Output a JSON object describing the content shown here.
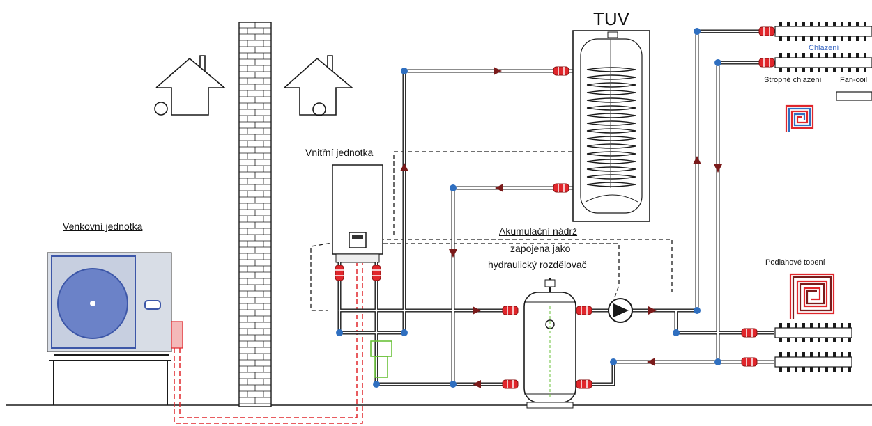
{
  "labels": {
    "tuv": "TUV",
    "indoor_unit": "Vnitřní jednotka",
    "outdoor_unit": "Venkovní jednotka",
    "tank_line1": "Akumulační nádrž",
    "tank_line2": "zapojena jako",
    "tank_line3": "hydraulický rozdělovač",
    "cooling": "Chlazení",
    "ceiling_cooling": "Stropné chlazení",
    "fan_coil": "Fan-coil",
    "floor_heating": "Podlahové topení"
  },
  "colors": {
    "pipe": "#1a1a1a",
    "pipe_joint": "#2f6fc0",
    "valve": "#e0262b",
    "electric_link": "#e0262b",
    "control_link": "#1a1a1a",
    "outdoor_fan": "#6b82c8",
    "filter": "#6ac23a",
    "cooling_text": "#3f6cc4"
  },
  "icons": [
    "house-icon",
    "chimney-icon",
    "valve-icon",
    "pump-icon",
    "flow-arrow-icon",
    "floor-heating-coil-icon",
    "manifold-icon"
  ]
}
